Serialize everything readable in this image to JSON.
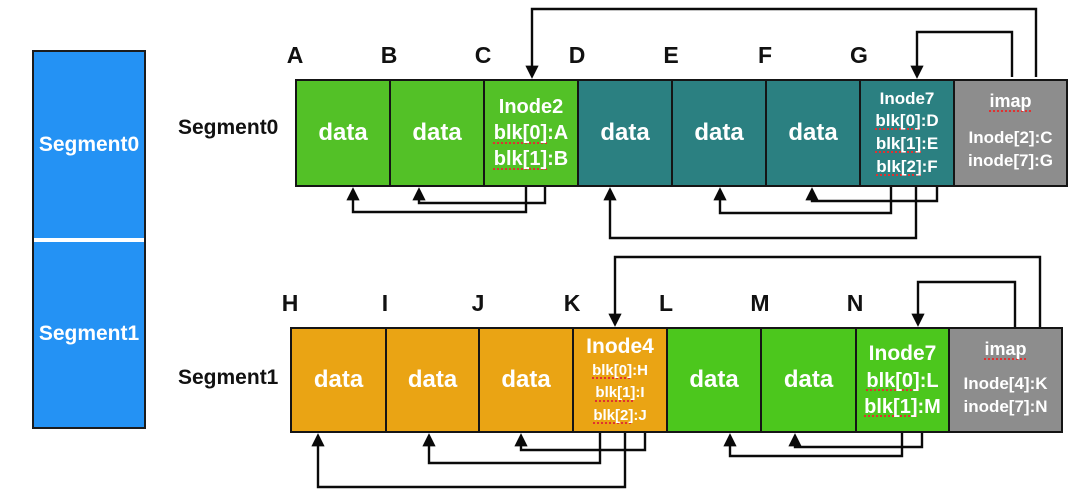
{
  "colors": {
    "segment_bar_blue": "#2492f4",
    "row1_green": "#53c127",
    "row1_teal": "#2b8081",
    "row2_orange": "#eaa414",
    "row2_green": "#4cc71d",
    "imap_gray": "#8d8d8d",
    "arrow_black": "#0a0a0a",
    "squiggle_red": "#e03131"
  },
  "sidebar": {
    "segments": [
      {
        "label": "Segment0"
      },
      {
        "label": "Segment1"
      }
    ]
  },
  "rows": [
    {
      "label": "Segment0",
      "letters": [
        "A",
        "B",
        "C",
        "D",
        "E",
        "F",
        "G"
      ],
      "blocks": [
        {
          "kind": "data",
          "label": "data"
        },
        {
          "kind": "data",
          "label": "data"
        },
        {
          "kind": "inode",
          "title": "Inode2",
          "lines": [
            {
              "key": "blk[0]",
              "val": ":A"
            },
            {
              "key": "blk[1]",
              "val": ":B"
            }
          ]
        },
        {
          "kind": "data",
          "label": "data"
        },
        {
          "kind": "data",
          "label": "data"
        },
        {
          "kind": "data",
          "label": "data"
        },
        {
          "kind": "inode",
          "title": "Inode7",
          "lines": [
            {
              "key": "blk[0]",
              "val": ":D"
            },
            {
              "key": "blk[1]",
              "val": ":E"
            },
            {
              "key": "blk[2]",
              "val": ":F"
            }
          ]
        },
        {
          "kind": "imap",
          "title": "imap",
          "entries": [
            "Inode[2]:C",
            "inode[7]:G"
          ]
        }
      ]
    },
    {
      "label": "Segment1",
      "letters": [
        "H",
        "I",
        "J",
        "K",
        "L",
        "M",
        "N"
      ],
      "blocks": [
        {
          "kind": "data",
          "label": "data"
        },
        {
          "kind": "data",
          "label": "data"
        },
        {
          "kind": "data",
          "label": "data"
        },
        {
          "kind": "inode",
          "title": "Inode4",
          "lines": [
            {
              "key": "blk[0]",
              "val": ":H"
            },
            {
              "key": "blk[1]",
              "val": ":I"
            },
            {
              "key": "blk[2]",
              "val": ":J"
            }
          ]
        },
        {
          "kind": "data",
          "label": "data"
        },
        {
          "kind": "data",
          "label": "data"
        },
        {
          "kind": "inode",
          "title": "Inode7",
          "lines": [
            {
              "key": "blk[0]",
              "val": ":L"
            },
            {
              "key": "blk[1]",
              "val": ":M"
            }
          ]
        },
        {
          "kind": "imap",
          "title": "imap",
          "entries": [
            "Inode[4]:K",
            "inode[7]:N"
          ]
        }
      ]
    }
  ]
}
